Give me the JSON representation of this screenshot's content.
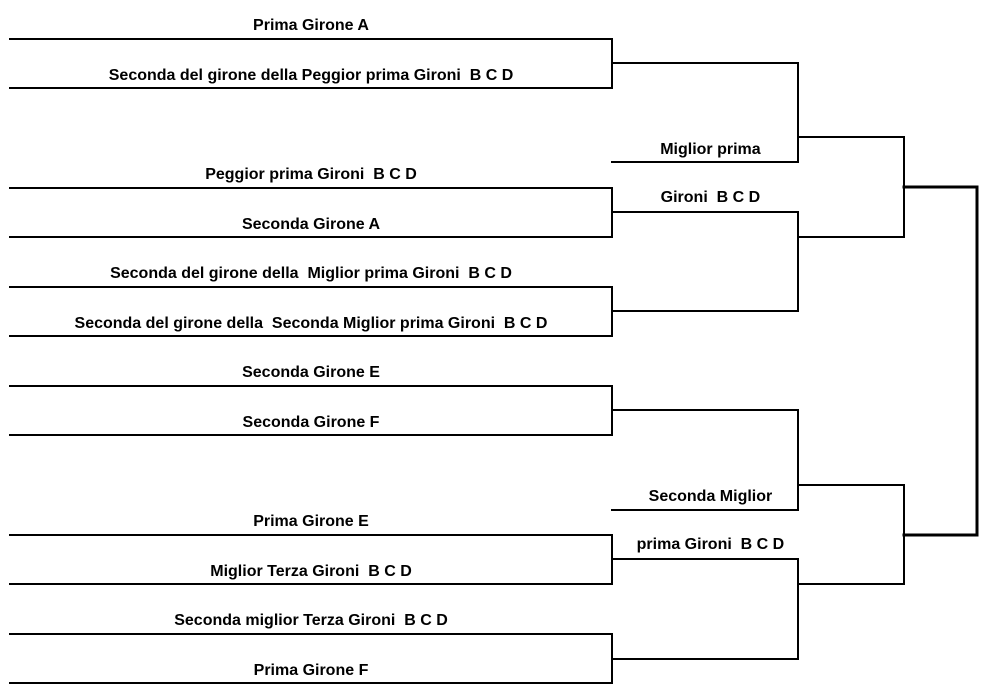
{
  "style": {
    "line_color": "#000000",
    "background": "#ffffff"
  },
  "entries": [
    "Prima Girone A",
    "Seconda del girone della Peggior prima Gironi  B C D",
    "Peggior prima Gironi  B C D",
    "Seconda Girone A",
    "Seconda del girone della  Miglior prima Gironi  B C D",
    "Seconda del girone della  Seconda Miglior prima Gironi  B C D",
    "Seconda Girone E",
    "Seconda Girone F",
    "Prima Girone E",
    "Miglior Terza Gironi  B C D",
    "Seconda miglior Terza Gironi  B C D",
    "Prima Girone F"
  ],
  "byes": [
    {
      "line1": "Miglior prima",
      "line2": "Gironi  B C D"
    },
    {
      "line1": "Seconda Miglior",
      "line2": "prima Gironi  B C D"
    }
  ]
}
